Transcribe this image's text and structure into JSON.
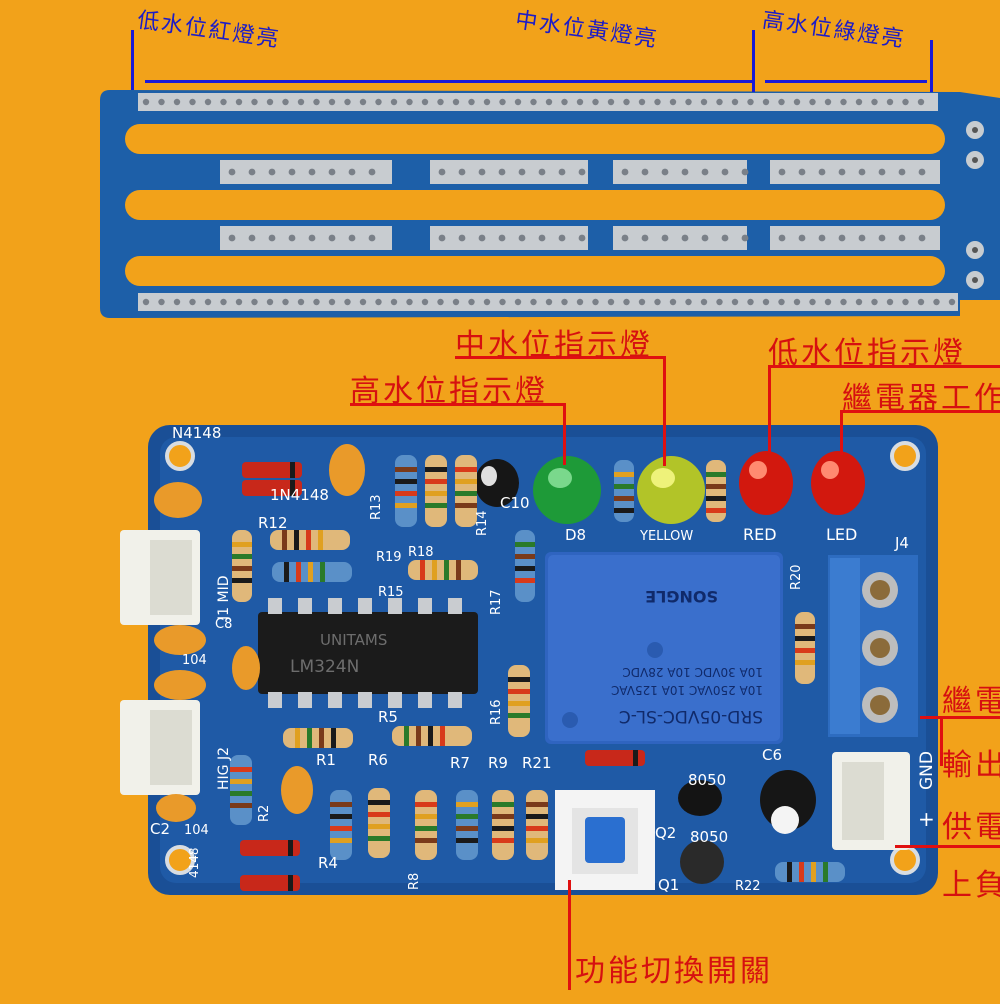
{
  "probe_labels": {
    "low_red": "低水位紅燈亮",
    "mid_yellow": "中水位黃燈亮",
    "high_green": "高水位綠燈亮"
  },
  "callouts": {
    "mid_indicator": "中水位指示燈",
    "high_indicator": "高水位指示燈",
    "low_indicator": "低水位指示燈",
    "relay_work": "繼電器工作",
    "relay_right_1": "繼電",
    "relay_right_2": "輸出",
    "supply_right": "供電",
    "supply_right_2": "上負",
    "function_switch": "功能切換開關"
  },
  "board_text": {
    "n4148_top": "N4148",
    "n4148_2": "1N4148",
    "r12": "R12",
    "r13": "R13",
    "r14": "R14",
    "c10": "C10",
    "d8": "D8",
    "yellow": "YELLOW",
    "red": "RED",
    "led": "LED",
    "j4": "J4",
    "r20": "R20",
    "r19": "R19",
    "r18": "R18",
    "r15": "R15",
    "r17": "R17",
    "j1mid": "J1 MID",
    "c8": "C8",
    "r16": "R16",
    "ic_text_1": "UNITAMS",
    "ic_text_2": "LM324N",
    "relay_1": "SRD-05VDC-SL-C",
    "relay_2": "10A 250VAC  10A 125VAC",
    "relay_3": "10A 30VDC  10A 28VDC",
    "relay_4": "SONGLE",
    "c6": "C6",
    "q2": "Q2",
    "q1": "Q1",
    "q_part": "8050",
    "r22": "R22",
    "r1": "R1",
    "r6": "R6",
    "r7": "R7",
    "r9": "R9",
    "r21": "R21",
    "r5": "R5",
    "r2": "R2",
    "r8": "R8",
    "r4": "R4",
    "c2": "C2",
    "c2_val": "104",
    "hig": "HIG J2",
    "gnd": "GND",
    "plus": "+",
    "c104": "104",
    "p4148": "4148"
  }
}
